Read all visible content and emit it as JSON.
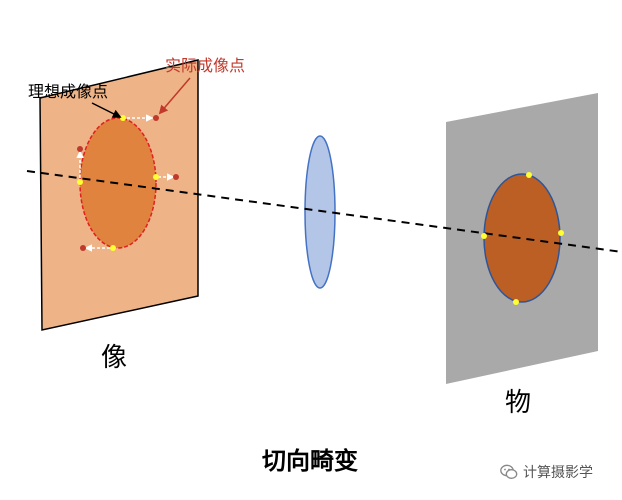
{
  "labels": {
    "ideal_point": "理想成像点",
    "actual_point": "实际成像点",
    "image_plane": "像",
    "object_plane": "物",
    "title": "切向畸变"
  },
  "watermark": {
    "text": "计算摄影学",
    "icon": "wechat-icon"
  },
  "colors": {
    "image_plane_fill": "#eeb387",
    "image_ellipse_fill": "#e0833e",
    "object_plane_fill": "#a9a9a9",
    "object_ellipse_fill": "#bb5f25",
    "lens_fill": "#b4c6e7",
    "lens_stroke": "#4472c4",
    "ideal_point": "#ffff33",
    "actual_point": "#c0392b",
    "actual_label": "#c0392b"
  }
}
